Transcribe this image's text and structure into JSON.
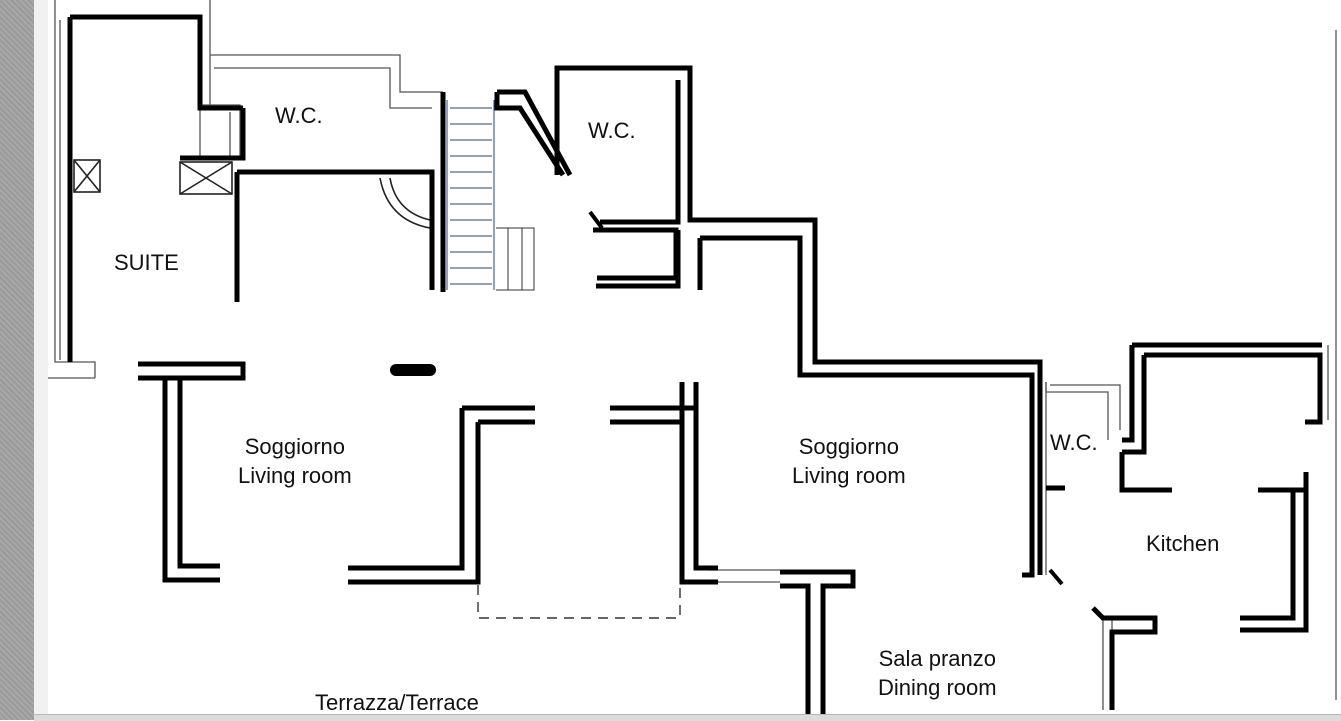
{
  "floor_plan": {
    "rooms": [
      {
        "id": "wc-1",
        "lines": [
          "W.C."
        ]
      },
      {
        "id": "wc-2",
        "lines": [
          "W.C."
        ]
      },
      {
        "id": "suite",
        "lines": [
          "SUITE"
        ]
      },
      {
        "id": "living-left",
        "lines": [
          "Soggiorno",
          "Living room"
        ]
      },
      {
        "id": "living-center",
        "lines": [
          "Soggiorno",
          "Living room"
        ]
      },
      {
        "id": "wc-3",
        "lines": [
          "W.C."
        ]
      },
      {
        "id": "kitchen",
        "lines": [
          "Kitchen"
        ]
      },
      {
        "id": "dining",
        "lines": [
          "Sala pranzo",
          "Dining room"
        ]
      },
      {
        "id": "terrace",
        "lines": [
          "Terrazza/Terrace"
        ]
      }
    ]
  }
}
